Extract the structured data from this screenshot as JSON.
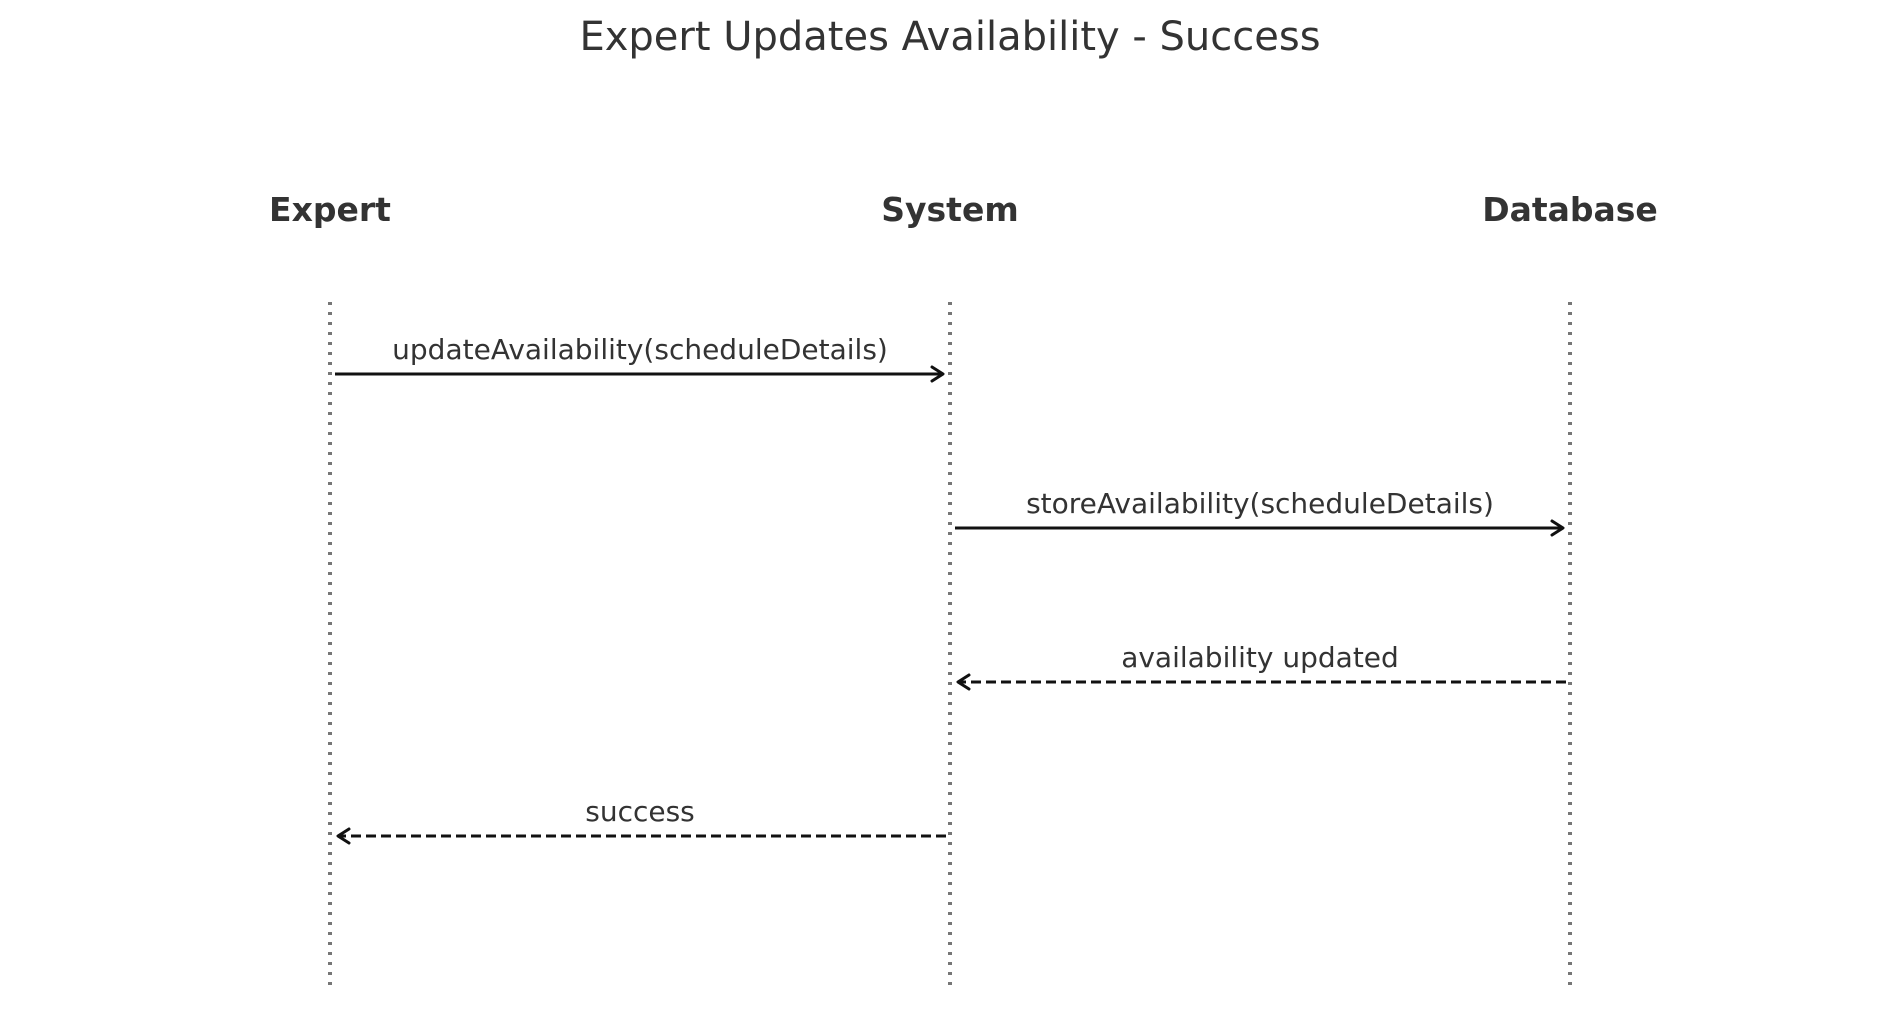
{
  "title": "Expert Updates Availability - Success",
  "participants": [
    {
      "id": "expert",
      "label": "Expert"
    },
    {
      "id": "system",
      "label": "System"
    },
    {
      "id": "database",
      "label": "Database"
    }
  ],
  "messages": [
    {
      "from": "expert",
      "to": "system",
      "label": "updateAvailability(scheduleDetails)",
      "style": "solid"
    },
    {
      "from": "system",
      "to": "database",
      "label": "storeAvailability(scheduleDetails)",
      "style": "solid"
    },
    {
      "from": "database",
      "to": "system",
      "label": "availability updated",
      "style": "dashed"
    },
    {
      "from": "system",
      "to": "expert",
      "label": "success",
      "style": "dashed"
    }
  ]
}
